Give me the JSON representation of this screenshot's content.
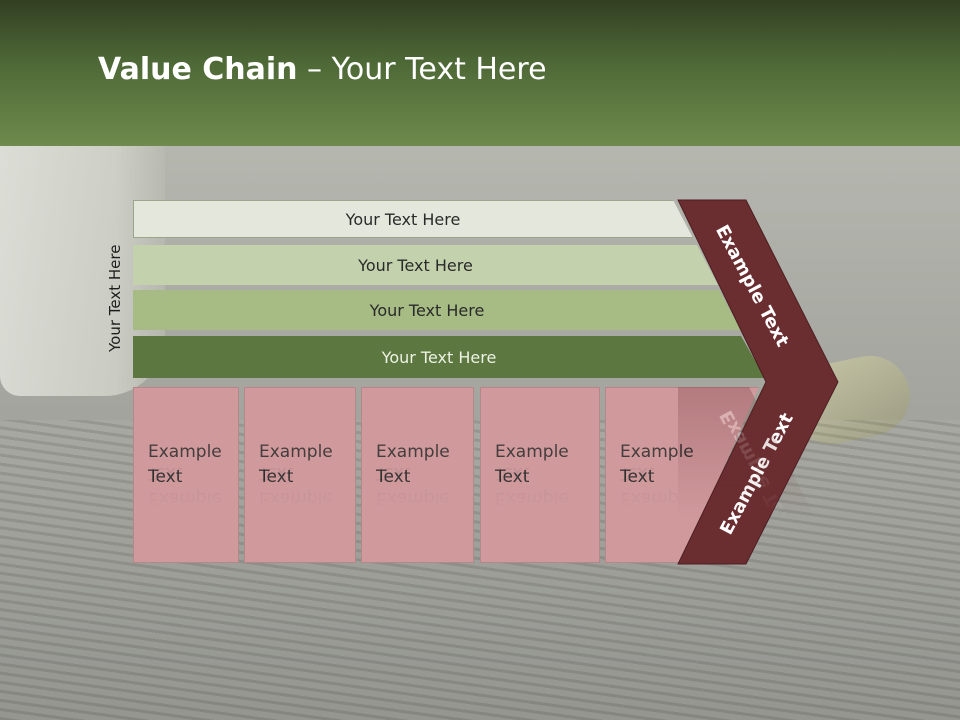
{
  "title": {
    "bold": "Value Chain",
    "rest": " – Your Text Here"
  },
  "side_label": "Your Text Here",
  "bands": [
    "Your Text Here",
    "Your Text Here",
    "Your Text Here",
    "Your Text Here"
  ],
  "boxes": [
    {
      "line1": "Example",
      "line2": "Text"
    },
    {
      "line1": "Example",
      "line2": "Text"
    },
    {
      "line1": "Example",
      "line2": "Text"
    },
    {
      "line1": "Example",
      "line2": "Text"
    },
    {
      "line1": "Example",
      "line2": "Text"
    }
  ],
  "chevron": {
    "upper": "Example Text",
    "lower": "Example Text"
  },
  "colors": {
    "header": "#4f6a37",
    "band_1": "#e4e8dc",
    "band_2": "#c3d2ac",
    "band_3": "#a6bc84",
    "band_4": "#5c7840",
    "box": "#d09a9d",
    "chevron": "#6a2d30"
  }
}
